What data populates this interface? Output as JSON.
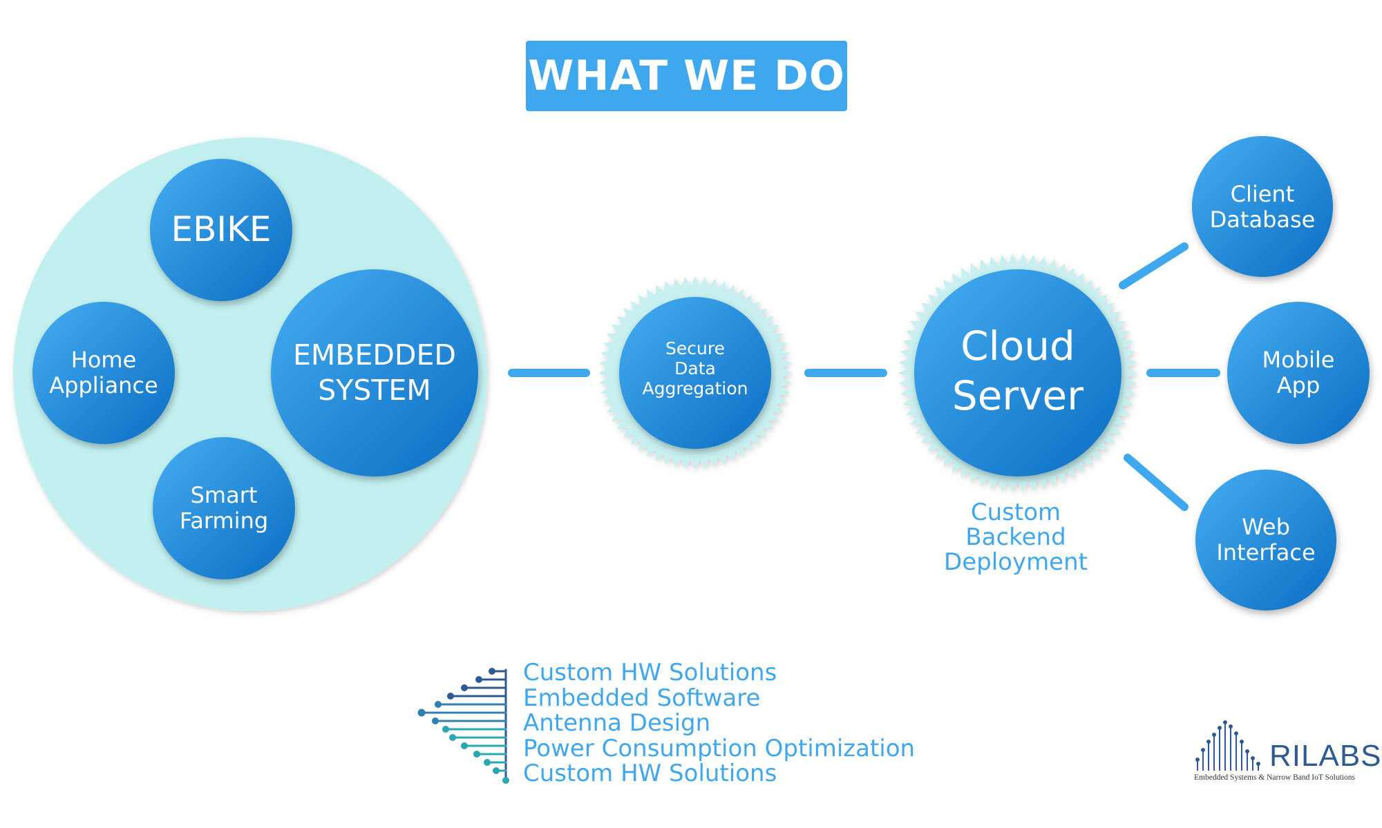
{
  "title": "WHAT WE DO",
  "device_group": {
    "ebike": "EBIKE",
    "home_appliance": [
      "Home",
      "Appliance"
    ],
    "embedded_system": [
      "EMBEDDED",
      "SYSTEM"
    ],
    "smart_farming": [
      "Smart",
      "Farming"
    ]
  },
  "aggregation": [
    "Secure",
    "Data",
    "Aggregation"
  ],
  "cloud": {
    "title": [
      "Cloud",
      "Server"
    ],
    "caption": [
      "Custom",
      "Backend",
      "Deployment"
    ]
  },
  "outputs": {
    "client_database": [
      "Client",
      "Database"
    ],
    "mobile_app": [
      "Mobile",
      "App"
    ],
    "web_interface": [
      "Web",
      "Interface"
    ]
  },
  "services": [
    "Custom HW Solutions",
    "Embedded Software",
    "Antenna Design",
    "Power Consumption Optimization",
    "Custom HW Solutions"
  ],
  "brand": {
    "name": "RILABS",
    "tagline": "Embedded Systems & Narrow Band IoT Solutions"
  },
  "colors": {
    "title_bg": "#3fa7ee",
    "node_light": "#3da6ee",
    "node_dark": "#0d6fc4",
    "group_bg": "#c2f0f0",
    "accent_text": "#3fa7ee",
    "brand": "#2e5a93"
  },
  "icons": {
    "services": "circuit-lines-icon",
    "brand": "signal-bars-icon"
  }
}
